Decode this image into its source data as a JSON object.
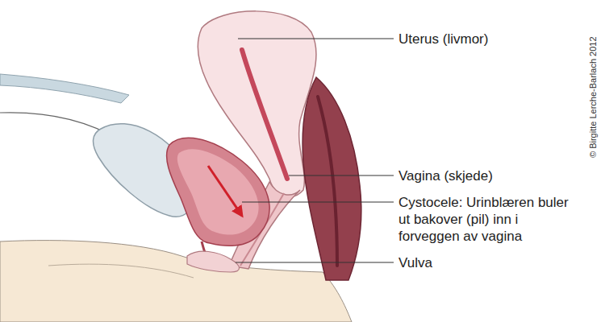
{
  "diagram": {
    "labels": [
      "Uterus (livmor)",
      "Vagina (skjede)",
      "Cystocele: Urinblæren buler ut bakover (pil) inn i forveggen av vagina",
      "Vulva",
      "© Birgitte Lerche-Barlach 2012"
    ]
  }
}
